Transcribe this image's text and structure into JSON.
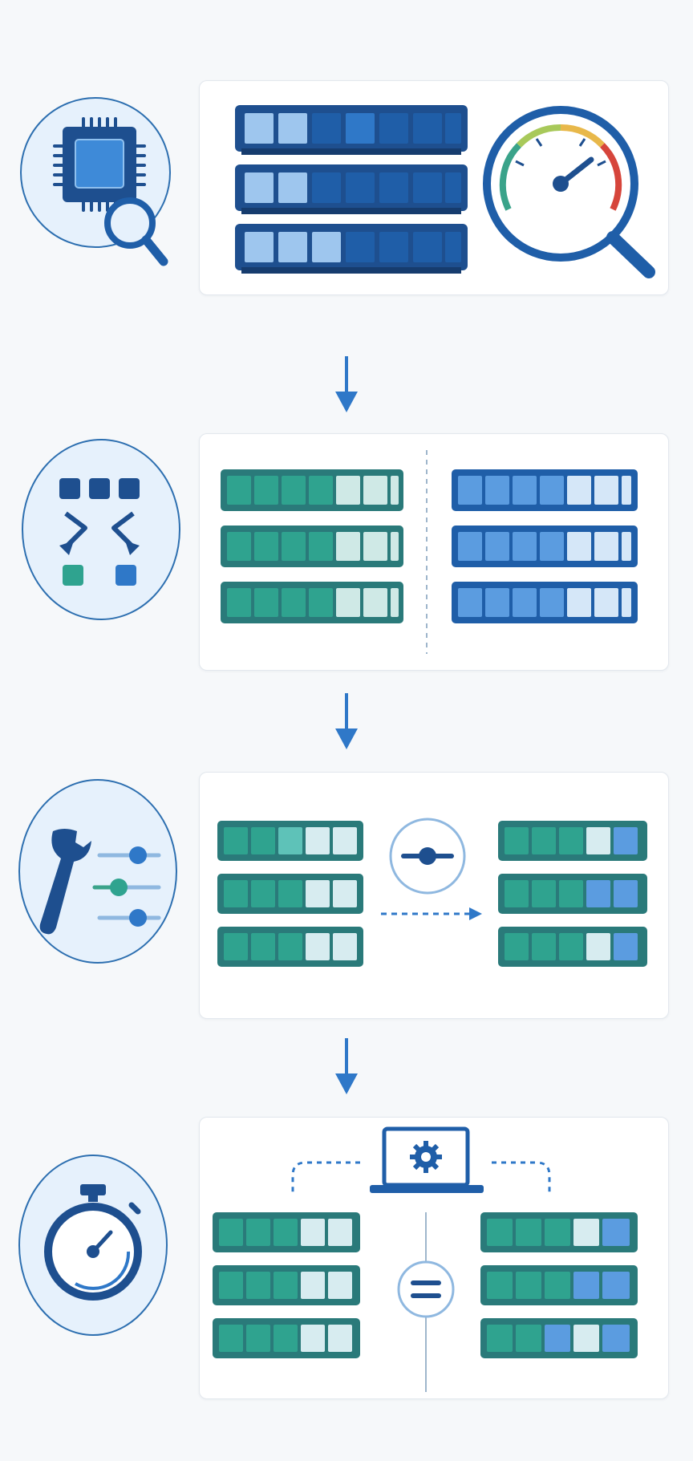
{
  "steps": [
    {
      "id": "profile",
      "icon": "chip-magnifier-icon",
      "visual": "memory-modules-with-performance-gauge"
    },
    {
      "id": "split",
      "icon": "branching-split-icon",
      "visual": "two-module-groups-divided"
    },
    {
      "id": "tune",
      "icon": "wrench-sliders-icon",
      "visual": "modules-tuned-transfer"
    },
    {
      "id": "verify",
      "icon": "stopwatch-icon",
      "visual": "laptop-controlled-comparison"
    }
  ],
  "colors": {
    "background": "#f6f8fa",
    "navy": "#1e4f8f",
    "dark_blue": "#1f5ea8",
    "mid_blue": "#2f78c8",
    "light_blue": "#9ec6ee",
    "pale_cell": "#d7ecf0",
    "teal": "#2fa38f",
    "teal_dark": "#2a7a7a",
    "circle_fill": "#e6f1fc",
    "circle_stroke": "#2d6fb0",
    "gauge_red": "#d6453b",
    "gauge_yellow": "#e8b84a",
    "gauge_green": "#3aa38a"
  }
}
